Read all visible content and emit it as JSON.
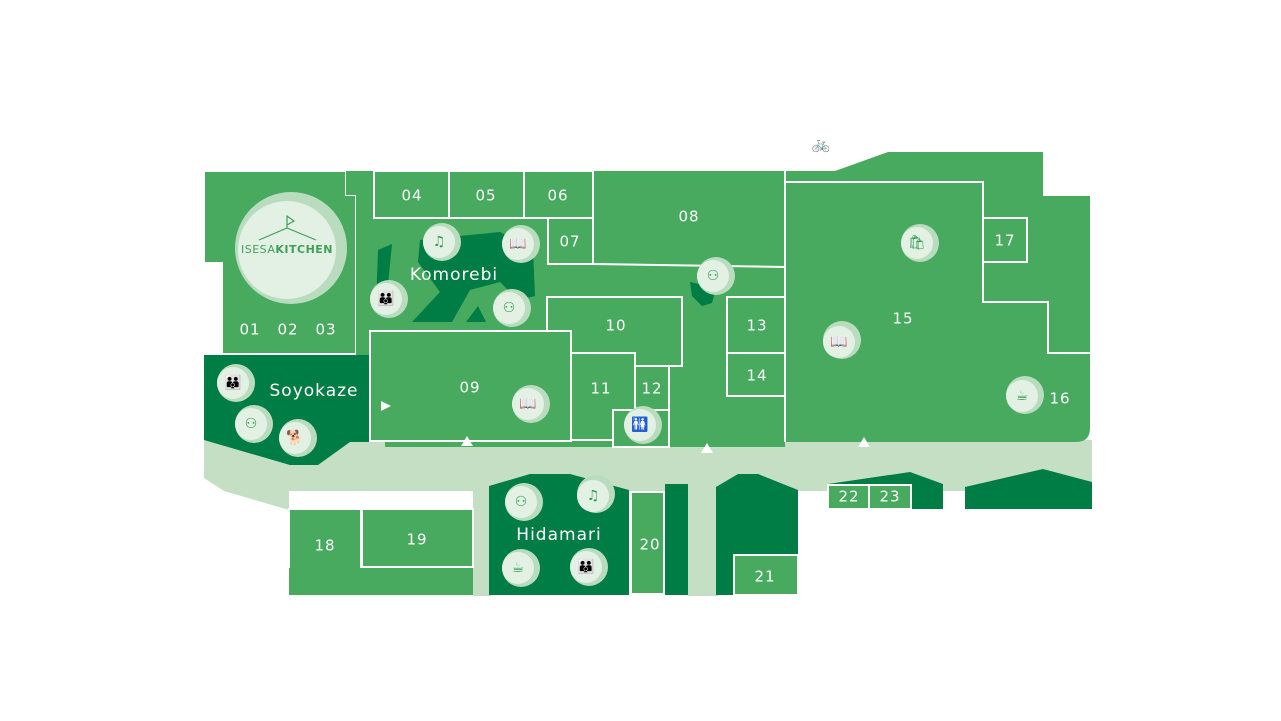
{
  "map": {
    "colors": {
      "building": "#47aa5f",
      "plaza": "#007c45",
      "walkway": "#c5dfc5",
      "icon": "#e3f1e4"
    },
    "logo": {
      "text_light": "ISESA",
      "text_bold": "KITCHEN"
    },
    "units": [
      {
        "id": "01",
        "label": "01"
      },
      {
        "id": "02",
        "label": "02"
      },
      {
        "id": "03",
        "label": "03"
      },
      {
        "id": "04",
        "label": "04"
      },
      {
        "id": "05",
        "label": "05"
      },
      {
        "id": "06",
        "label": "06"
      },
      {
        "id": "07",
        "label": "07"
      },
      {
        "id": "08",
        "label": "08"
      },
      {
        "id": "09",
        "label": "09"
      },
      {
        "id": "10",
        "label": "10"
      },
      {
        "id": "11",
        "label": "11"
      },
      {
        "id": "12",
        "label": "12"
      },
      {
        "id": "13",
        "label": "13"
      },
      {
        "id": "14",
        "label": "14"
      },
      {
        "id": "15",
        "label": "15"
      },
      {
        "id": "16",
        "label": "16"
      },
      {
        "id": "17",
        "label": "17"
      },
      {
        "id": "18",
        "label": "18"
      },
      {
        "id": "19",
        "label": "19"
      },
      {
        "id": "20",
        "label": "20"
      },
      {
        "id": "21",
        "label": "21"
      },
      {
        "id": "22",
        "label": "22"
      },
      {
        "id": "23",
        "label": "23"
      }
    ],
    "areas": {
      "komorebi": "Komorebi",
      "soyokaze": "Soyokaze",
      "hidamari": "Hidamari"
    },
    "icons": {
      "music": "♫",
      "reading": "📖",
      "family": "👪",
      "meeting": "⚇",
      "dog": "🐕",
      "restroom": "🚻",
      "shopping": "🛍",
      "cafe": "☕",
      "bicycle": "🚲"
    }
  }
}
